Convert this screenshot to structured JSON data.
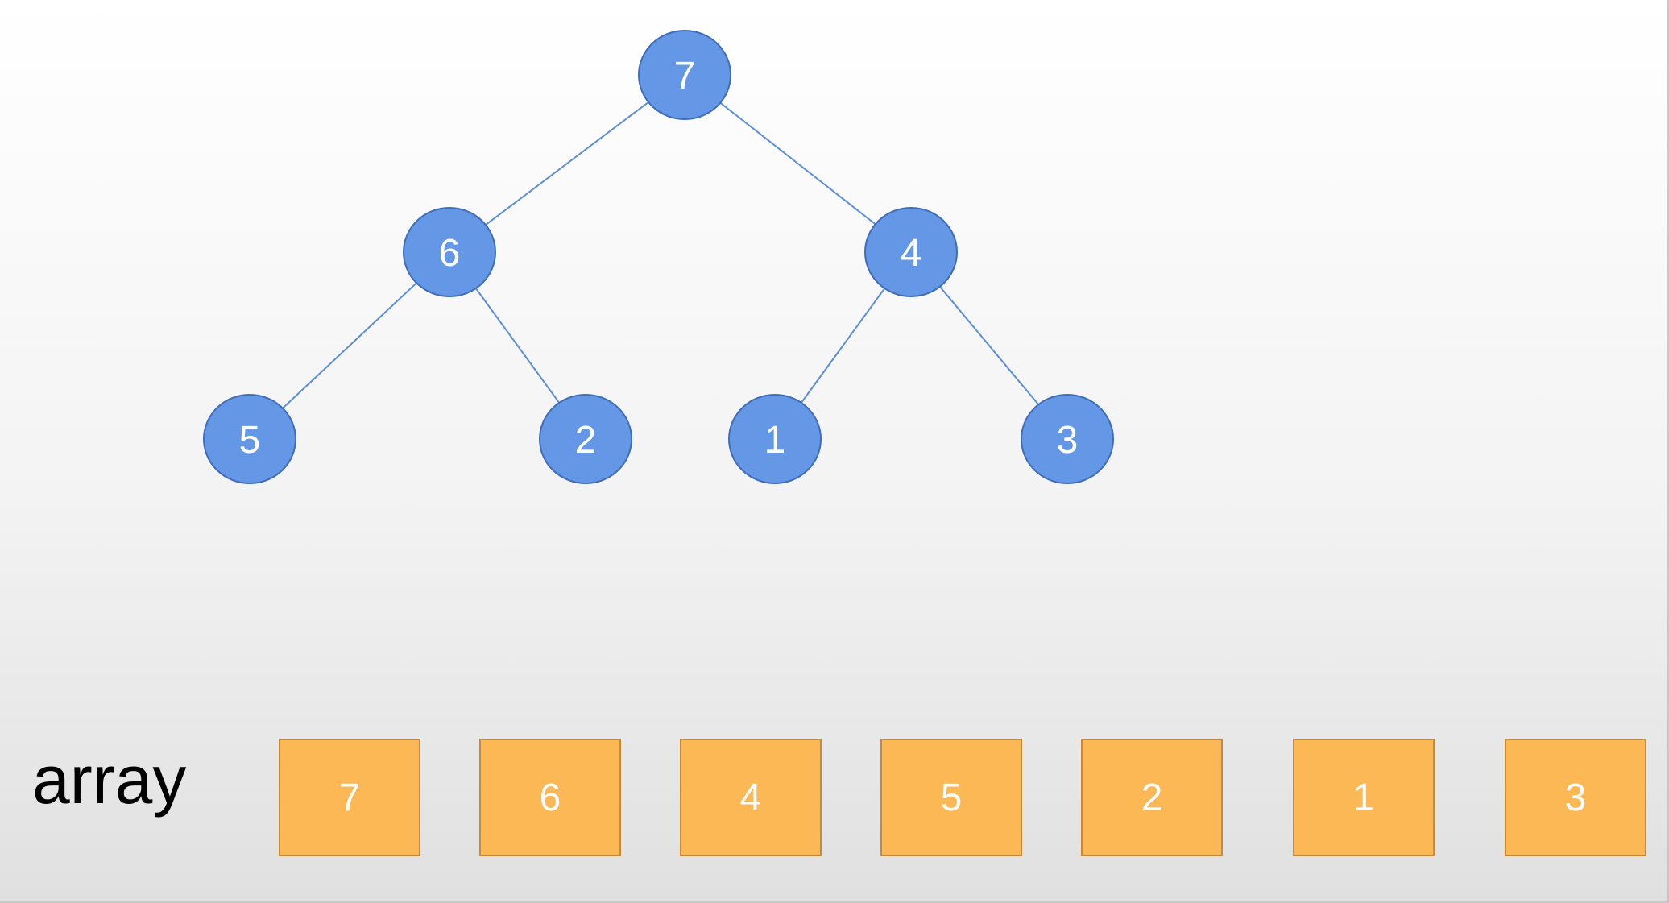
{
  "colors": {
    "node_fill": "#6498e6",
    "node_stroke": "#3f6db8",
    "edge": "#5b8ed8",
    "cell_fill": "#fbb854",
    "cell_stroke": "#c68a3c"
  },
  "tree": {
    "nodes": [
      {
        "id": "n0",
        "label": "7"
      },
      {
        "id": "n1",
        "label": "6"
      },
      {
        "id": "n2",
        "label": "4"
      },
      {
        "id": "n3",
        "label": "5"
      },
      {
        "id": "n4",
        "label": "2"
      },
      {
        "id": "n5",
        "label": "1"
      },
      {
        "id": "n6",
        "label": "3"
      }
    ],
    "edges": [
      [
        "n0",
        "n1"
      ],
      [
        "n0",
        "n2"
      ],
      [
        "n1",
        "n3"
      ],
      [
        "n1",
        "n4"
      ],
      [
        "n2",
        "n5"
      ],
      [
        "n2",
        "n6"
      ]
    ]
  },
  "array": {
    "label": "array",
    "cells": [
      "7",
      "6",
      "4",
      "5",
      "2",
      "1",
      "3"
    ]
  }
}
